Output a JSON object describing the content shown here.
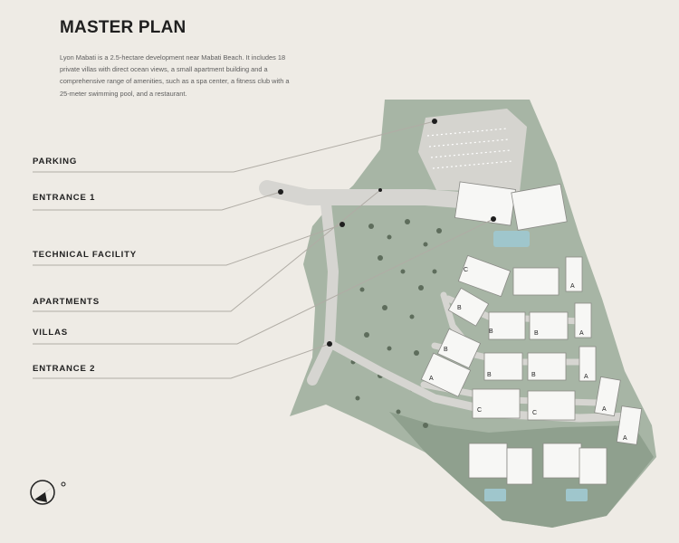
{
  "header": {
    "title": "MASTER PLAN",
    "description": "Lyon Mabati is a 2.5-hectare development near Mabati Beach. It includes 18 private villas with direct ocean views, a small apartment building and a comprehensive range of amenities, such as a spa center, a fitness club with a 25-meter swimming pool, and a restaurant."
  },
  "labels": [
    {
      "id": "parking",
      "text": "PARKING"
    },
    {
      "id": "entrance-1",
      "text": "ENTRANCE 1"
    },
    {
      "id": "technical-facility",
      "text": "TECHNICAL FACILITY"
    },
    {
      "id": "apartments",
      "text": "APARTMENTS"
    },
    {
      "id": "villas",
      "text": "VILLAS"
    },
    {
      "id": "entrance-2",
      "text": "ENTRANCE 2"
    }
  ],
  "building_letters": [
    "C",
    "A",
    "B",
    "A",
    "B",
    "B",
    "B",
    "B",
    "B",
    "A",
    "A",
    "A",
    "A",
    "C",
    "C"
  ],
  "colors": {
    "background": "#eeebe5",
    "site": "#a7b5a5",
    "site_dark": "#8fa08e",
    "road": "#d6d5d1",
    "building": "#f7f7f5",
    "pool": "#9fc6cc",
    "text": "#1f1f1f",
    "leader_line": "#b0aca5"
  },
  "icons": {
    "compass": "north-arrow-icon"
  }
}
